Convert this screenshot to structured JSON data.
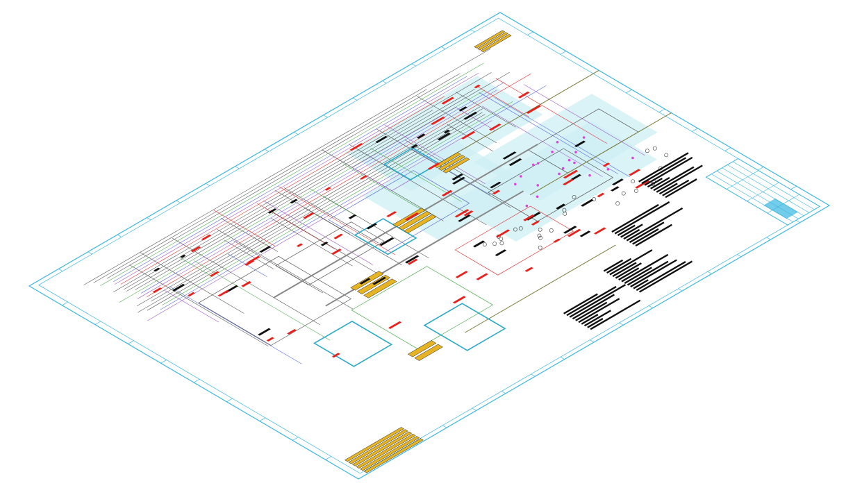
{
  "drawing": {
    "view": "isometric-plan",
    "colors": {
      "frame": "#38b6e0",
      "zone_fill": "#cdeff4",
      "pipe_gray": "#555555",
      "pipe_green": "#4cae4c",
      "pipe_blue": "#5b6fd8",
      "pipe_purple": "#a05cc8",
      "pipe_red": "#e03030",
      "pipe_olive": "#7a7a3a",
      "label_red": "#e8211c",
      "label_black": "#111111",
      "equipment_yellow": "#e6b422",
      "magenta": "#e040e0",
      "cyan_line": "#2aa9c9"
    },
    "features": [
      "border-frame",
      "title-block",
      "legend-stripes",
      "equipment-blocks",
      "piping-network"
    ]
  }
}
